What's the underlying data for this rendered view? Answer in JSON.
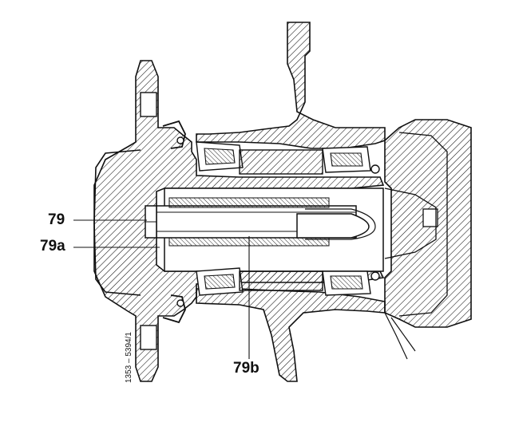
{
  "labels": {
    "part_79": "79",
    "part_79a": "79a",
    "part_79b": "79b"
  },
  "reference_code": "1353 – 5394/1",
  "colors": {
    "ink": "#111111",
    "paper": "#ffffff"
  }
}
